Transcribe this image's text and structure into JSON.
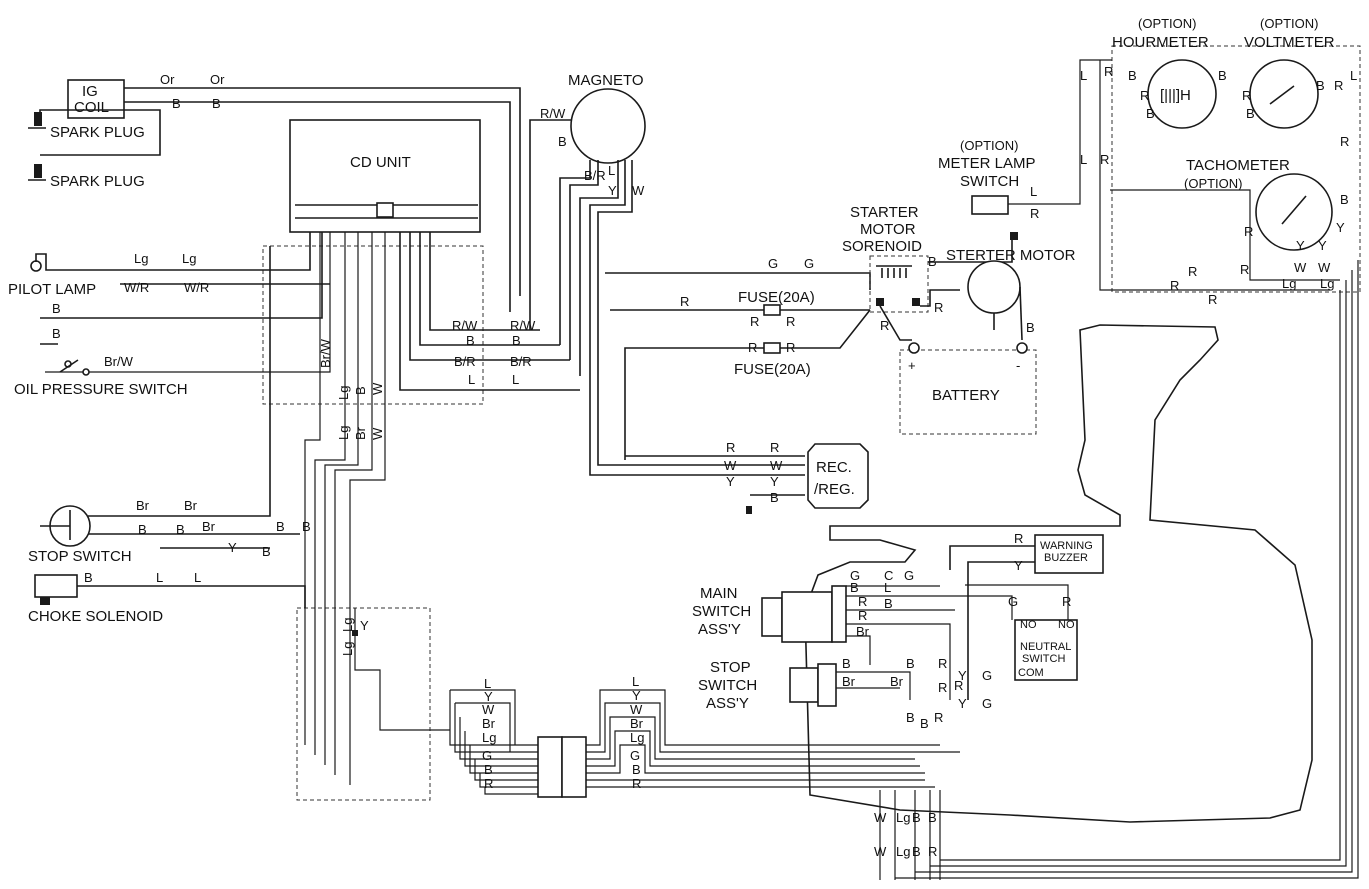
{
  "components": {
    "ig_coil": "IG\nCOIL",
    "spark_plug_1": "SPARK PLUG",
    "spark_plug_2": "SPARK PLUG",
    "cd_unit": "CD UNIT",
    "magneto": "MAGNETO",
    "pilot_lamp": "PILOT LAMP",
    "oil_pressure_switch": "OIL PRESSURE SWITCH",
    "stop_switch": "STOP SWITCH",
    "choke_solenoid": "CHOKE SOLENOID",
    "fuse_1": "FUSE(20A)",
    "fuse_2": "FUSE(20A)",
    "starter_solenoid": "STARTER\nMOTOR\nSORENOID",
    "starter_motor": "STERTER MOTOR",
    "battery": "BATTERY",
    "rec_reg": "REC.\n/REG.",
    "hourmeter_option": "(OPTION)",
    "hourmeter": "HOURMETER",
    "voltmeter_option": "(OPTION)",
    "voltmeter": "VOLTMETER",
    "meter_lamp_option": "(OPTION)",
    "meter_lamp_switch": "METER LAMP\nSWITCH",
    "tachometer": "TACHOMETER",
    "tachometer_option": "(OPTION)",
    "warning_buzzer": "WARNING\nBUZZER",
    "main_switch": "MAIN\nSWITCH\nASS'Y",
    "stop_switch_assy": "STOP\nSWITCH\nASS'Y",
    "neutral_switch": "NEUTRAL\nSWITCH",
    "no_1": "NO",
    "no_2": "NO",
    "com": "COM"
  },
  "wire_codes": {
    "or": "Or",
    "b": "B",
    "r": "R",
    "w": "W",
    "y": "Y",
    "l": "L",
    "g": "G",
    "c": "C",
    "lg": "Lg",
    "br": "Br",
    "rw": "R/W",
    "br_slash_r": "B/R",
    "wr": "W/R",
    "brw": "Br/W"
  }
}
